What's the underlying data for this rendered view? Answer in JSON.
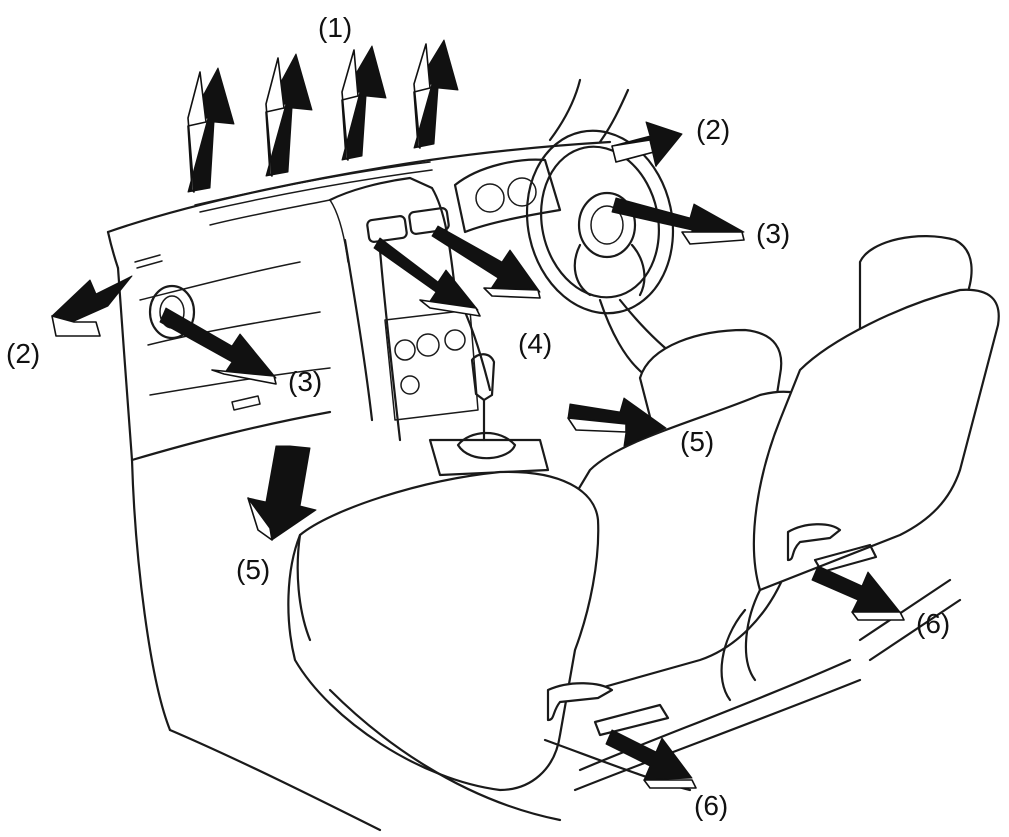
{
  "labels": {
    "windshield": "(1)",
    "side_right": "(2)",
    "side_left": "(2)",
    "vent_right": "(3)",
    "vent_left": "(3)",
    "center_vent": "(4)",
    "foot_front": "(5)",
    "foot_front_left": "(5)",
    "rear_right": "(6)",
    "rear_left": "(6)"
  },
  "colors": {
    "line": "#1a1a1a",
    "arrow": "#111111",
    "background": "#ffffff"
  }
}
